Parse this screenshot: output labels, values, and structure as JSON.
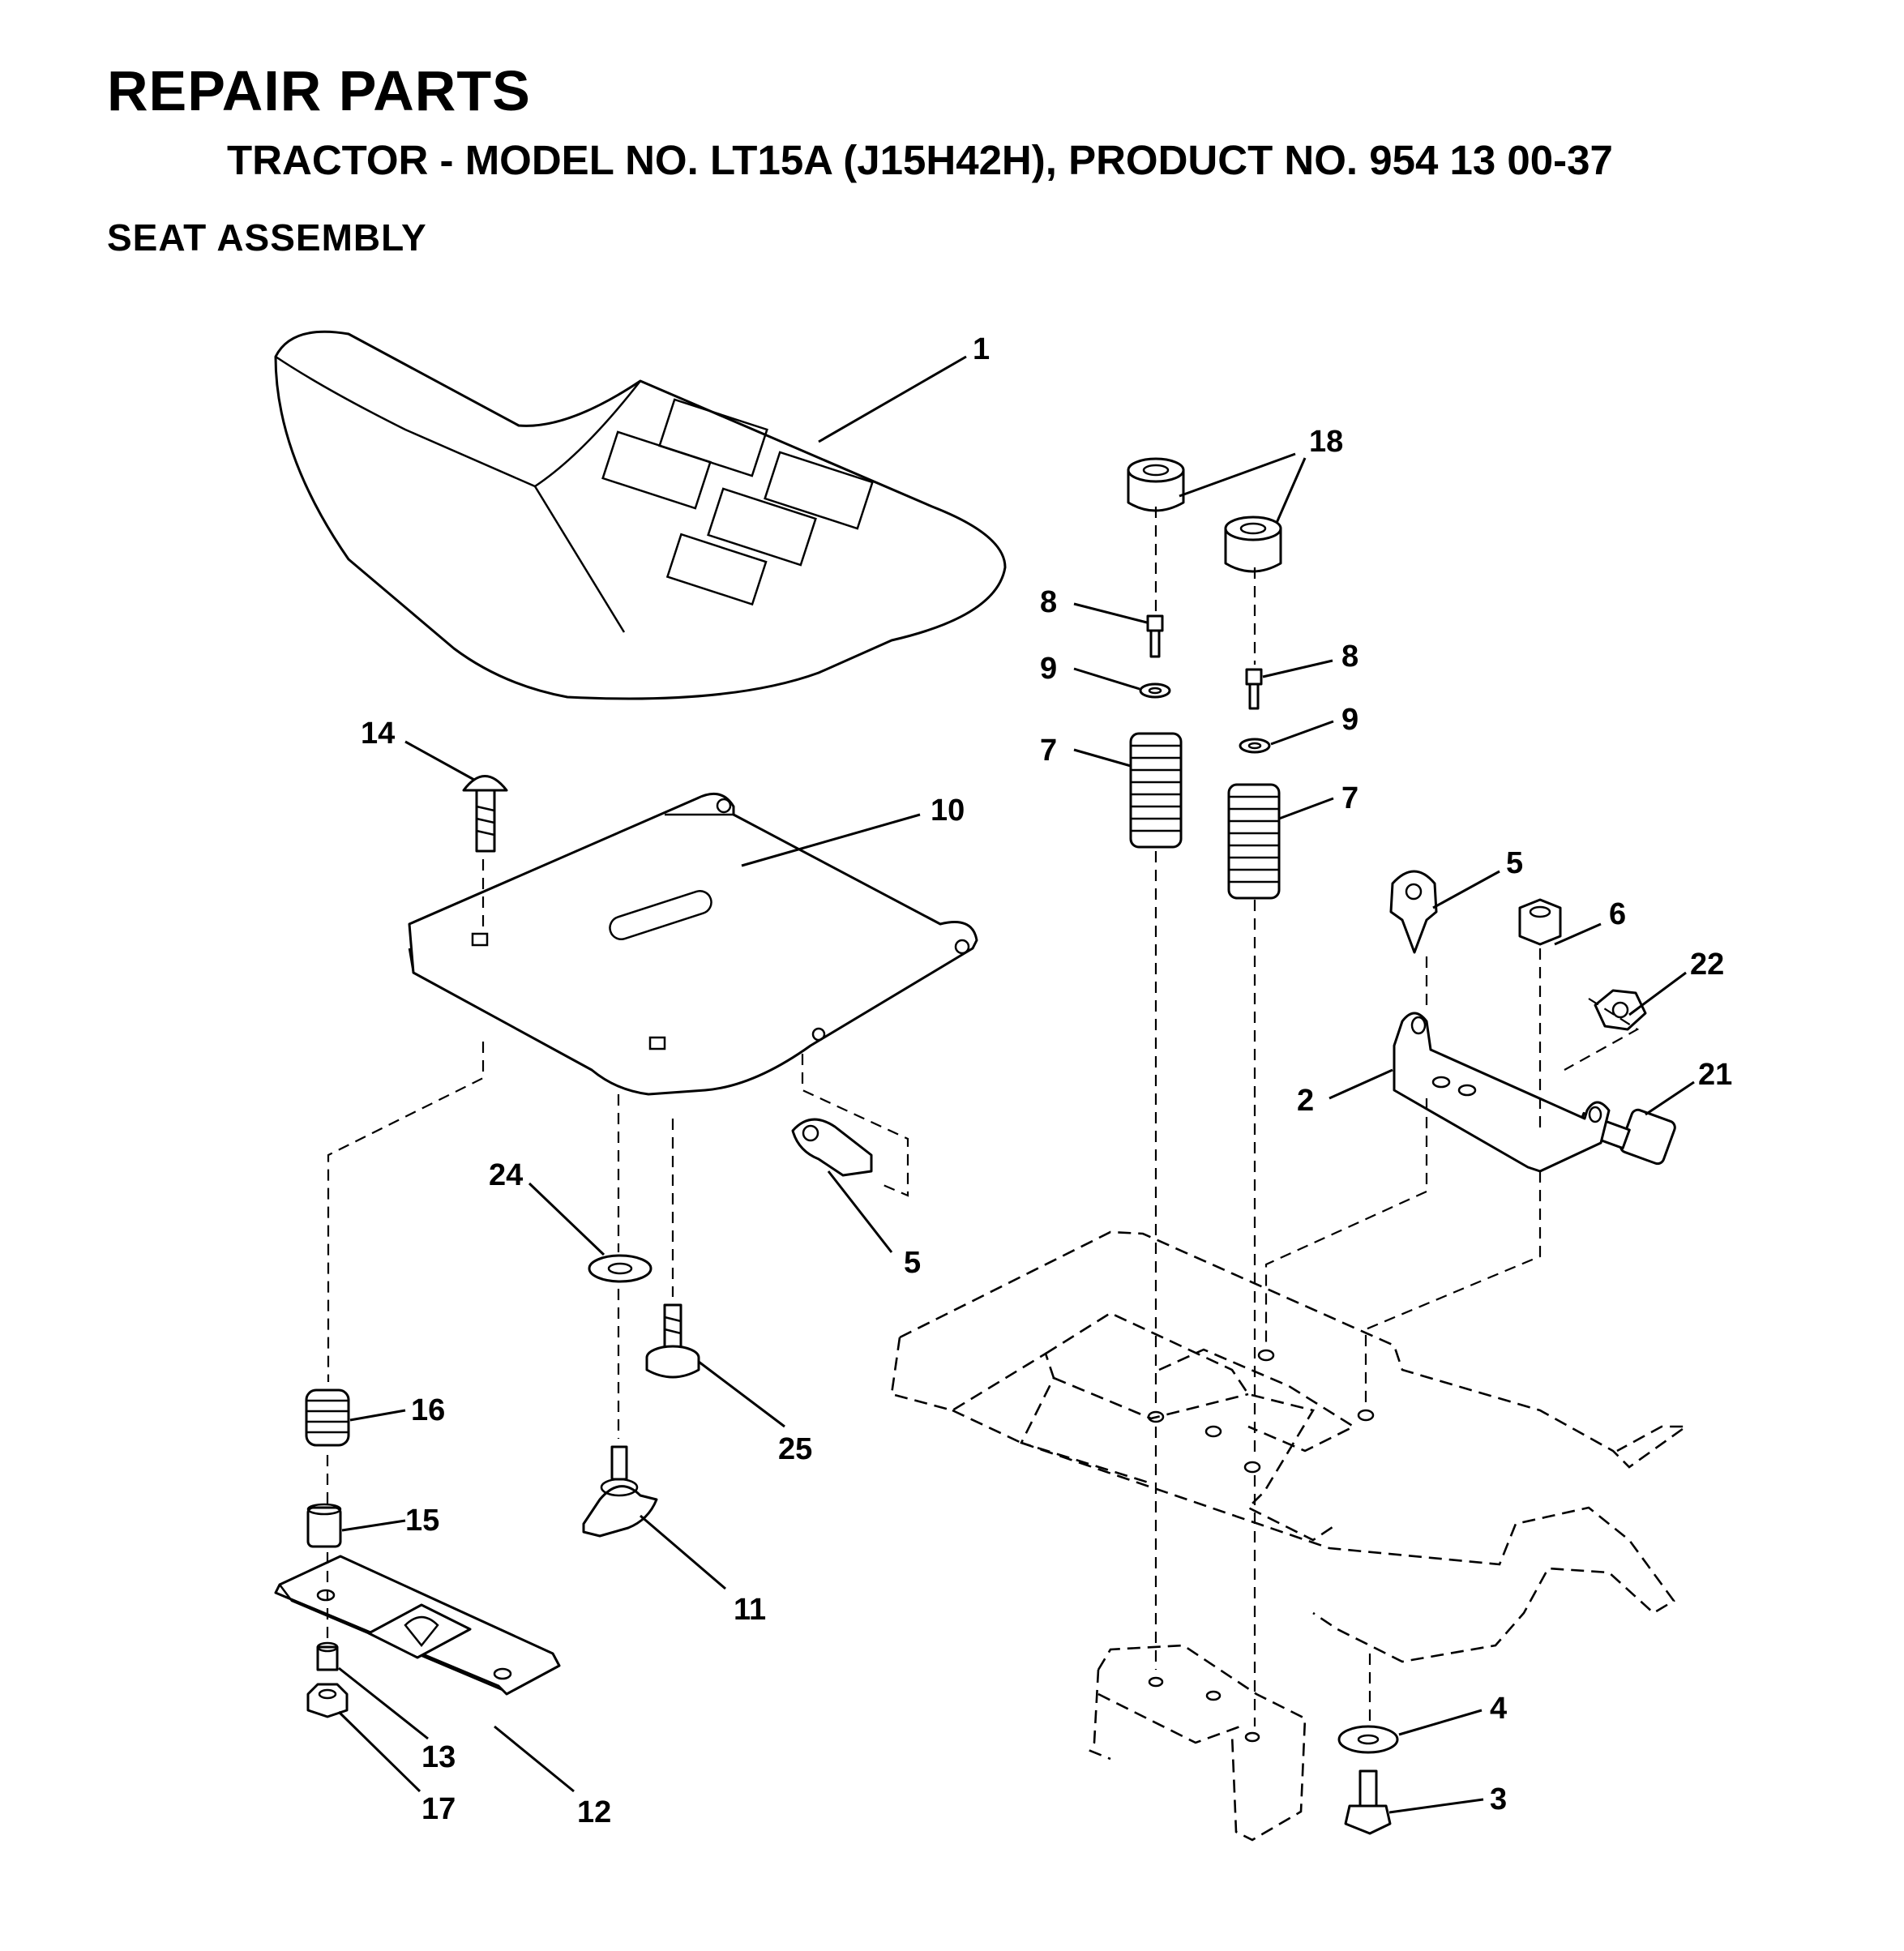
{
  "header": {
    "title": "REPAIR PARTS",
    "subtitle": "TRACTOR - MODEL NO. LT15A (J15H42H), PRODUCT NO. 954 13 00-37",
    "section": "SEAT ASSEMBLY"
  },
  "callouts": {
    "c1": "1",
    "c18": "18",
    "c8a": "8",
    "c8b": "8",
    "c9a": "9",
    "c9b": "9",
    "c7a": "7",
    "c7b": "7",
    "c14": "14",
    "c10": "10",
    "c5a": "5",
    "c5b": "5",
    "c6": "6",
    "c22": "22",
    "c2": "2",
    "c21": "21",
    "c24": "24",
    "c25": "25",
    "c16": "16",
    "c15": "15",
    "c11": "11",
    "c13": "13",
    "c17": "17",
    "c12": "12",
    "c4": "4",
    "c3": "3"
  }
}
